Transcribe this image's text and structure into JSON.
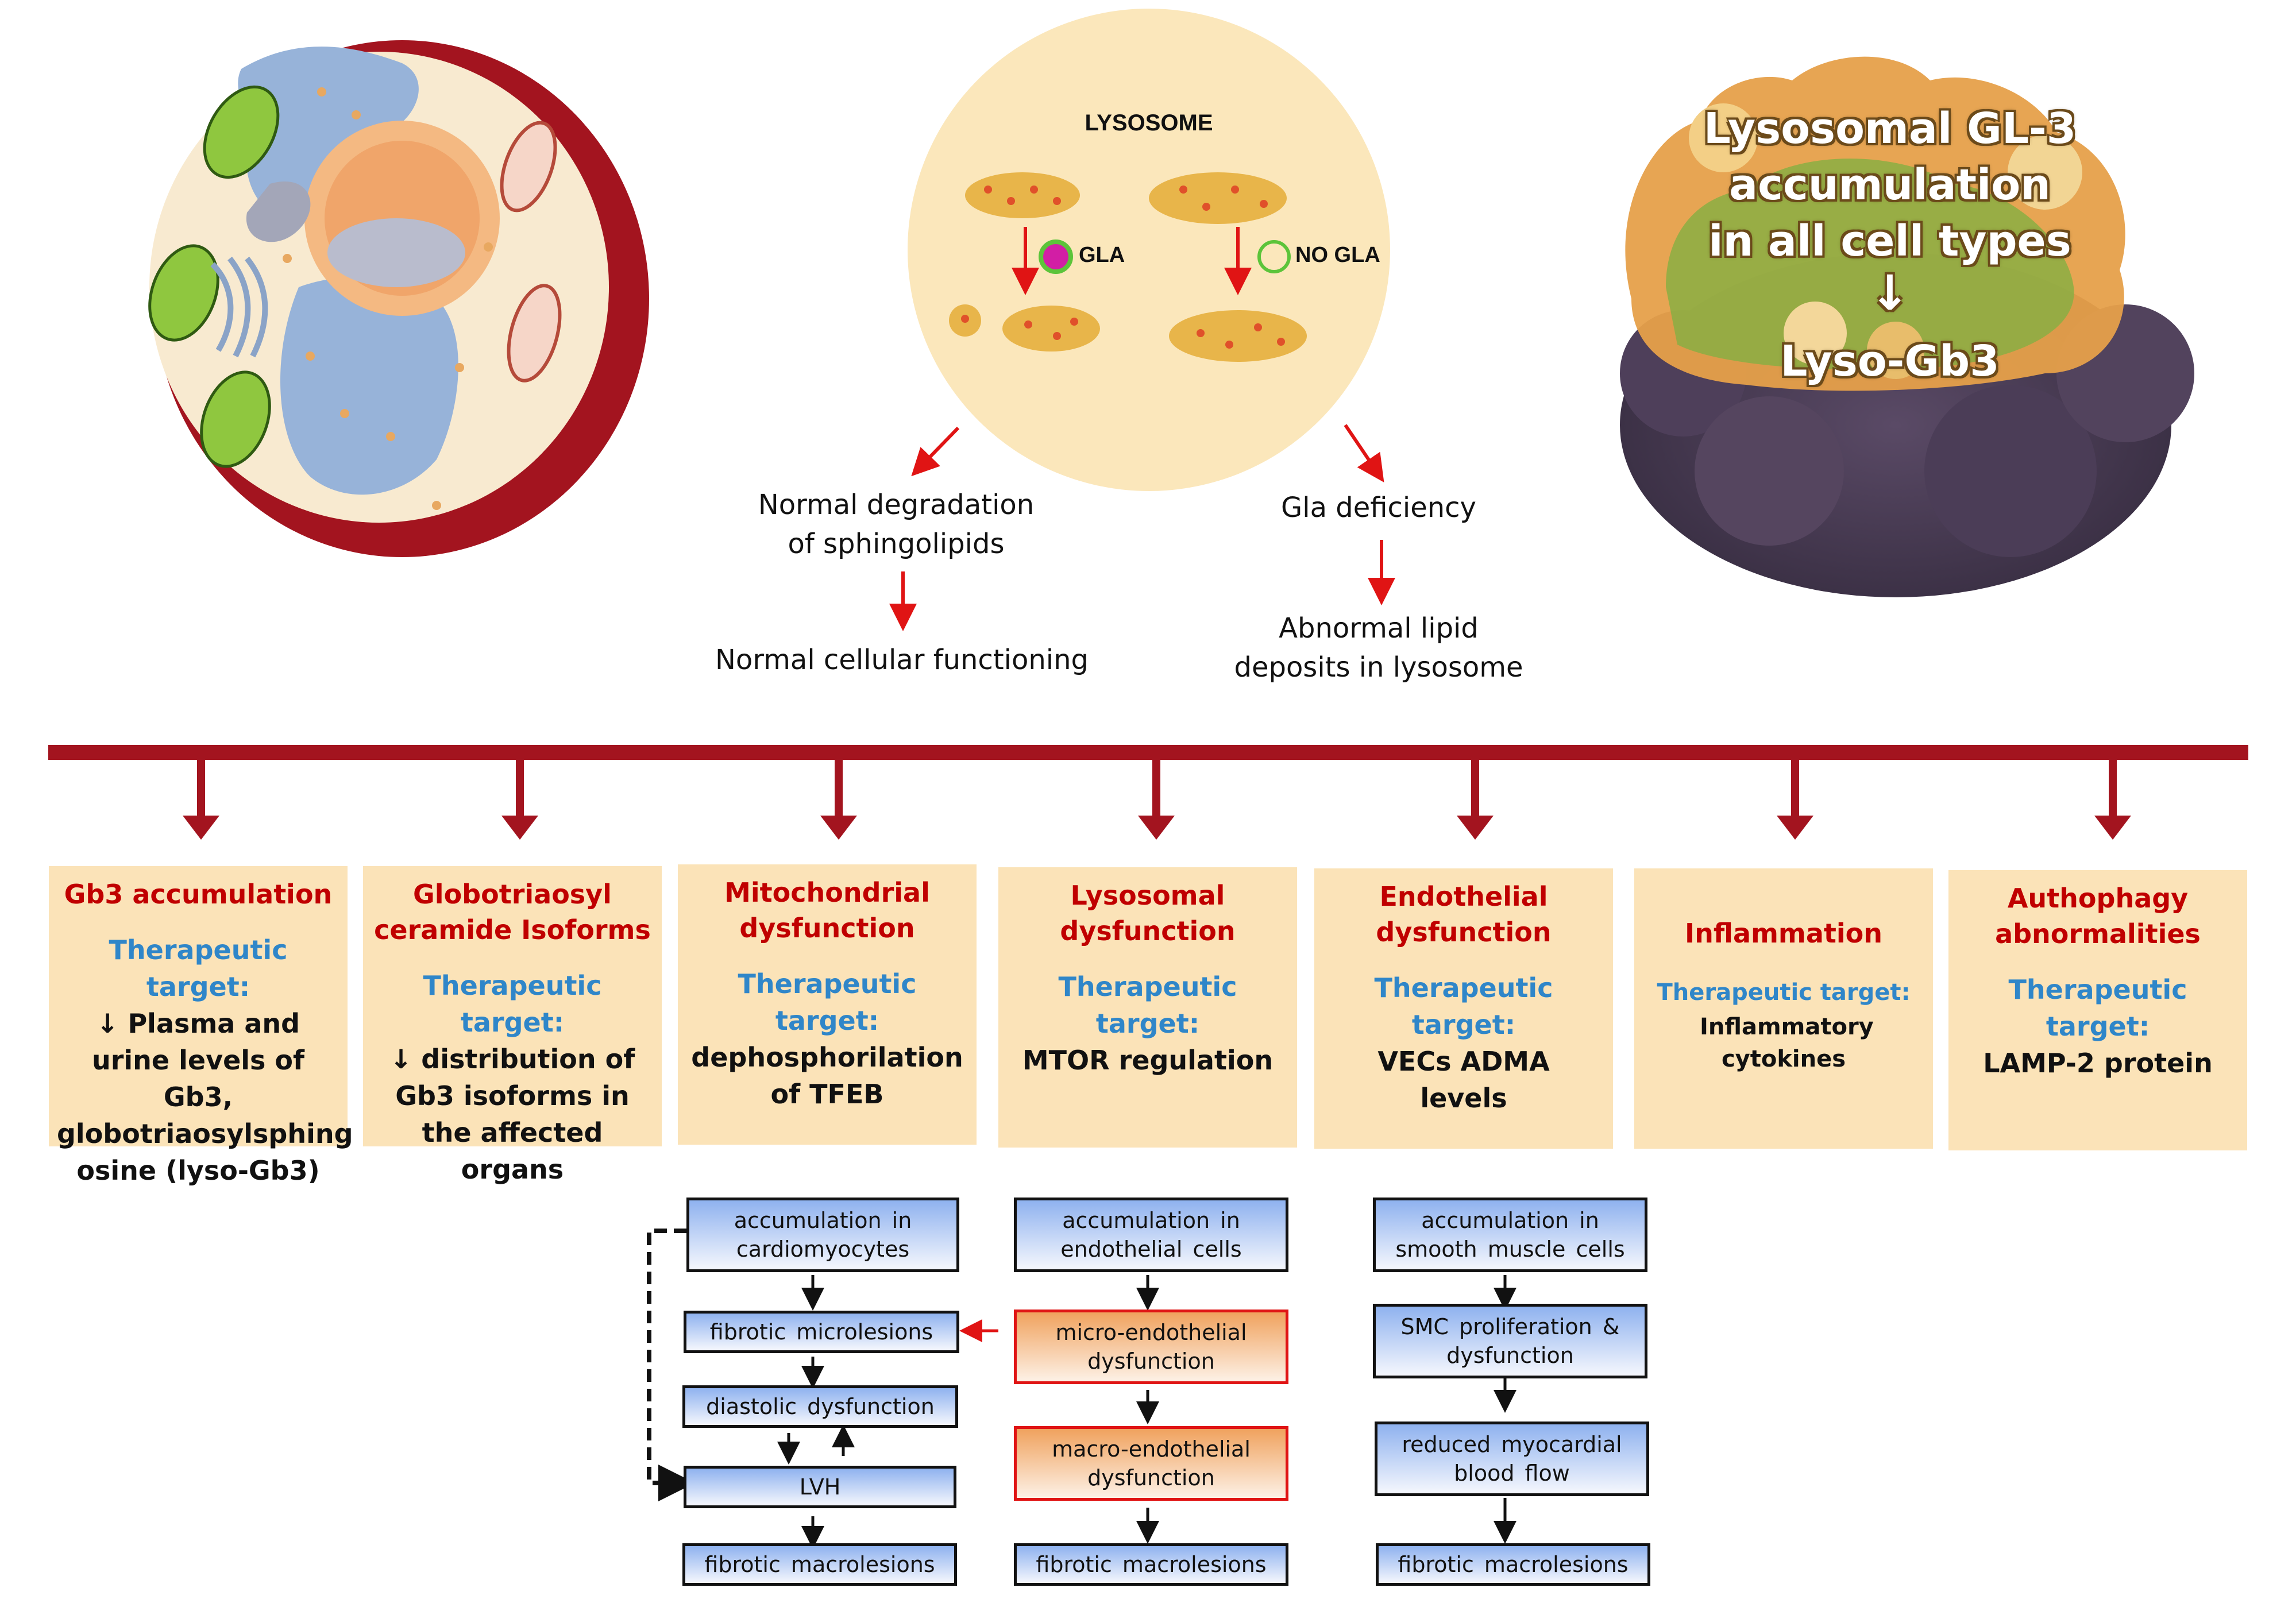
{
  "lysosome": {
    "title": "LYSOSOME",
    "gla_label": "GLA",
    "no_gla_label": "NO GLA"
  },
  "flow": {
    "normal_degradation": "Normal degradation of sphingolipids",
    "normal_function": "Normal cellular functioning",
    "gla_deficiency": "Gla deficiency",
    "abnormal_deposits": "Abnormal lipid deposits in lysosome"
  },
  "gl3_cell": {
    "text": "Lysosomal GL-3 accumulation in all cell types",
    "arrow": "↓",
    "result": "Lyso-Gb3"
  },
  "targets": [
    {
      "title": "Gb3 accumulation",
      "label": "Therapeutic target:",
      "value": "↓ Plasma and urine levels of Gb3, globotriaosylsphing osine (lyso-Gb3)"
    },
    {
      "title": "Globotriaosyl ceramide Isoforms",
      "label": "Therapeutic target:",
      "value": "↓ distribution of Gb3 isoforms in the affected organs"
    },
    {
      "title": "Mitochondrial dysfunction",
      "label": "Therapeutic target:",
      "value": "dephosphorilation of TFEB"
    },
    {
      "title": "Lysosomal dysfunction",
      "label": "Therapeutic target:",
      "value": "MTOR regulation"
    },
    {
      "title": "Endothelial dysfunction",
      "label": "Therapeutic target:",
      "value": "VECs ADMA levels"
    },
    {
      "title": "Inflammation",
      "label": "Therapeutic target:",
      "value": "Inflammatory cytokines"
    },
    {
      "title": "Authophagy abnormalities",
      "label": "Therapeutic target:",
      "value": "LAMP-2 protein"
    }
  ],
  "flowchart": {
    "col1": [
      "accumulation in cardiomyocytes",
      "fibrotic microlesions",
      "diastolic dysfunction",
      "LVH",
      "fibrotic macrolesions"
    ],
    "col2": [
      "accumulation in endothelial cells",
      "micro-endothelial dysfunction",
      "macro-endothelial dysfunction",
      "fibrotic macrolesions"
    ],
    "col3": [
      "accumulation in smooth muscle cells",
      "SMC proliferation & dysfunction",
      "reduced myocardial blood flow",
      "fibrotic macrolesions"
    ]
  },
  "colors": {
    "dark_red": "#a3141f",
    "title_red": "#c00000",
    "label_blue": "#2f86c9",
    "box_beige": "#fbe3b8",
    "circle_beige": "#fbe7bb"
  }
}
